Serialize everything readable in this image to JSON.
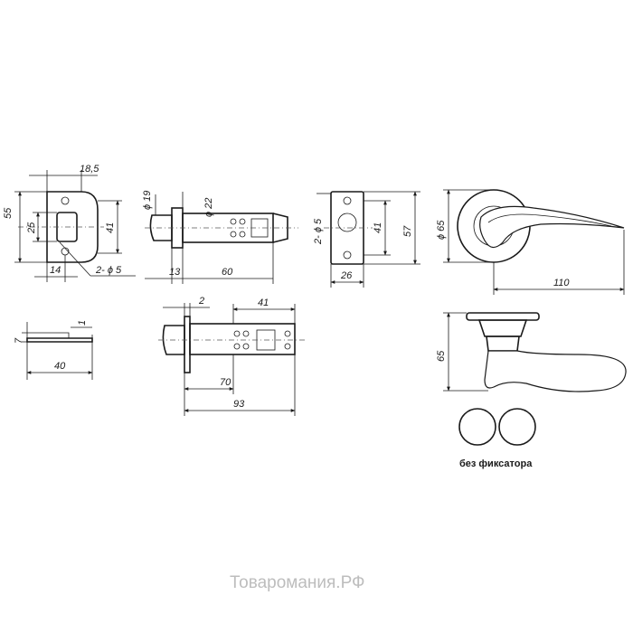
{
  "strike_plate": {
    "dims": {
      "d18_5": "18,5",
      "d55": "55",
      "d25": "25",
      "d41": "41",
      "d14": "14",
      "holes": "2- ϕ 5"
    }
  },
  "latch_top": {
    "dims": {
      "d19": "ϕ 19",
      "d22": "ϕ 22",
      "d13": "13",
      "d60": "60"
    }
  },
  "rosette_plate": {
    "dims": {
      "holes": "2- ϕ 5",
      "d41": "41",
      "d57": "57",
      "d26": "26"
    }
  },
  "handle_front": {
    "dims": {
      "d65": "ϕ 65",
      "d110": "110"
    }
  },
  "strike_side": {
    "dims": {
      "d7": "7",
      "d1": "1",
      "d40": "40"
    }
  },
  "latch_bottom": {
    "dims": {
      "d2": "2",
      "d41": "41",
      "d70": "70",
      "d93": "93"
    }
  },
  "handle_side": {
    "dims": {
      "d65": "65"
    }
  },
  "caps": {
    "caption": "без фиксатора"
  },
  "watermark": "Товаромания.РФ"
}
